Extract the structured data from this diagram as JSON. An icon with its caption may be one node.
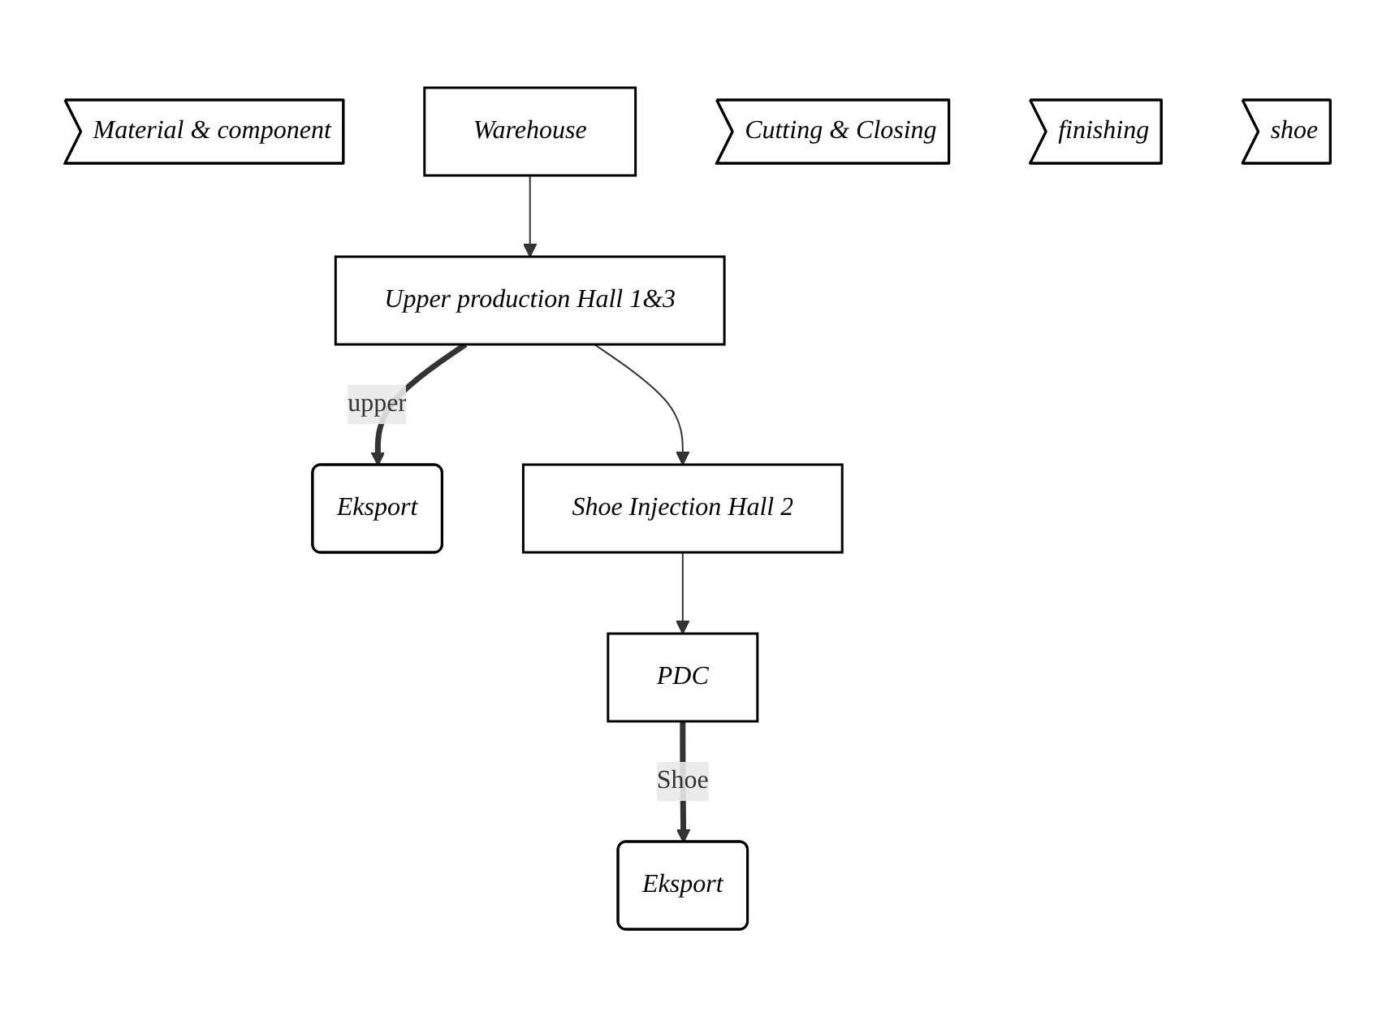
{
  "diagram": {
    "nodes": [
      {
        "text": [
          "Material & component"
        ]
      },
      {
        "text": [
          "Warehouse"
        ]
      },
      {
        "text": [
          "Cutting & Closing"
        ]
      },
      {
        "text": [
          "Upper production Hall 1&3"
        ]
      },
      {
        "text": [
          "Eksport"
        ]
      },
      {
        "text": [
          "finishing"
        ]
      },
      {
        "text": [
          "Shoe Injection Hall 2"
        ]
      },
      {
        "text": [
          "shoe"
        ]
      },
      {
        "text": [
          "PDC"
        ]
      },
      {
        "text": [
          "Eksport"
        ]
      }
    ],
    "edges": [
      {
        "from": 1,
        "to": 3,
        "arrow": "to"
      },
      {
        "from": 3,
        "to": 4,
        "arrow": "to",
        "label": "upper",
        "style": "thick"
      },
      {
        "from": 3,
        "to": 6,
        "arrow": "to"
      },
      {
        "from": 6,
        "to": 8,
        "arrow": "to"
      },
      {
        "from": 8,
        "to": 9,
        "arrow": "to",
        "label": "Shoe",
        "style": "thick"
      }
    ]
  }
}
